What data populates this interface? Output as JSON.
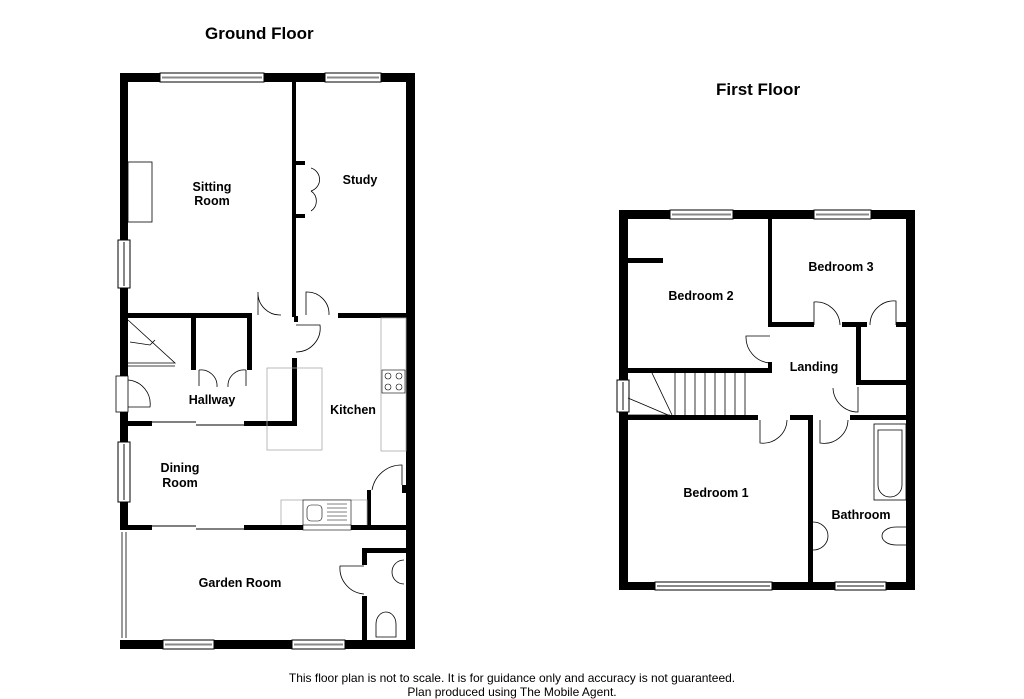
{
  "ground_floor": {
    "title": "Ground Floor",
    "rooms": {
      "sitting_room": [
        "Sitting",
        "Room"
      ],
      "study": "Study",
      "hallway": "Hallway",
      "kitchen": "Kitchen",
      "dining_room": [
        "Dining",
        "Room"
      ],
      "garden_room": "Garden Room"
    }
  },
  "first_floor": {
    "title": "First Floor",
    "rooms": {
      "bedroom_2": "Bedroom 2",
      "bedroom_3": "Bedroom 3",
      "landing": "Landing",
      "bedroom_1": "Bedroom 1",
      "bathroom": "Bathroom"
    }
  },
  "footer": {
    "line1": "This floor plan is not to scale.  It is for guidance only and accuracy is not guaranteed.",
    "line2": "Plan produced using The Mobile Agent."
  },
  "colors": {
    "wall": "#000000",
    "fixture": "#999999",
    "background": "#ffffff"
  }
}
